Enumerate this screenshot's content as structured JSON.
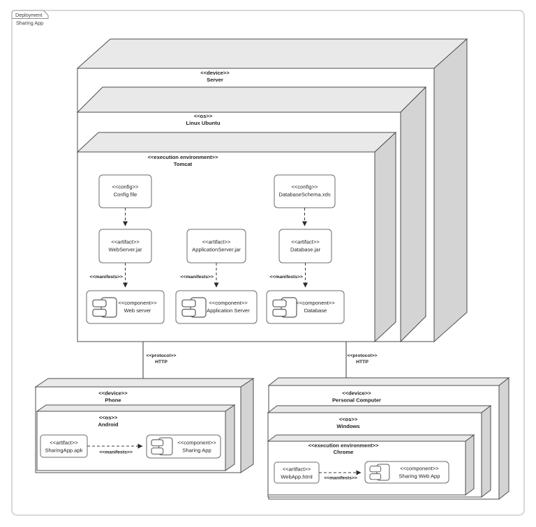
{
  "frame": {
    "tab_label": "Deployment",
    "title": "Sharing App"
  },
  "colors": {
    "node_top_face": "#e9e9e9",
    "node_side_face": "#d4d4d4",
    "node_border": "#4d4d4d",
    "frame_border": "#b3b3b3",
    "text": "#1f1f1f"
  },
  "nodes": {
    "server": {
      "stereotype": "<<device>>",
      "name": "Server"
    },
    "linux": {
      "stereotype": "<<os>>",
      "name": "Linux Ubuntu"
    },
    "tomcat": {
      "stereotype": "<<execution environment>>",
      "name": "Tomcat"
    },
    "phone": {
      "stereotype": "<<device>>",
      "name": "Phone"
    },
    "android": {
      "stereotype": "<<os>>",
      "name": "Android"
    },
    "pc": {
      "stereotype": "<<device>>",
      "name": "Personal Computer"
    },
    "windows": {
      "stereotype": "<<os>>",
      "name": "Windows"
    },
    "chrome": {
      "stereotype": "<<execution environment>>",
      "name": "Chrome"
    }
  },
  "tomcat_children": {
    "config_file": {
      "stereotype": "<<config>>",
      "name": "Config file"
    },
    "db_schema": {
      "stereotype": "<<config>>",
      "name": "DatabaseSchema.xds"
    },
    "webserver_jar": {
      "stereotype": "<<artifact>>",
      "name": "WebServer.jar"
    },
    "appserver_jar": {
      "stereotype": "<<artifact>>",
      "name": "ApplicationServer.jar"
    },
    "database_jar": {
      "stereotype": "<<artifact>>",
      "name": "Database.jar"
    },
    "web_server_comp": {
      "stereotype": "<<component>>",
      "name": "Web server"
    },
    "app_server_comp": {
      "stereotype": "<<component>>",
      "name": "Application Server"
    },
    "database_comp": {
      "stereotype": "<<component>>",
      "name": "Database"
    }
  },
  "phone_children": {
    "sharing_apk": {
      "stereotype": "<<artifact>>",
      "name": "SharingApp.apk"
    },
    "sharing_app_comp": {
      "stereotype": "<<component>>",
      "name": "Sharing App"
    }
  },
  "pc_children": {
    "webapp_html": {
      "stereotype": "<<artifact>>",
      "name": "WebApp.html"
    },
    "sharing_web_app_comp": {
      "stereotype": "<<component>>",
      "name": "Sharing Web App"
    }
  },
  "edges": {
    "manifests_label": "<<manifests>>",
    "protocol_stereotype": "<<protocol>>",
    "protocol_name": "HTTP"
  }
}
